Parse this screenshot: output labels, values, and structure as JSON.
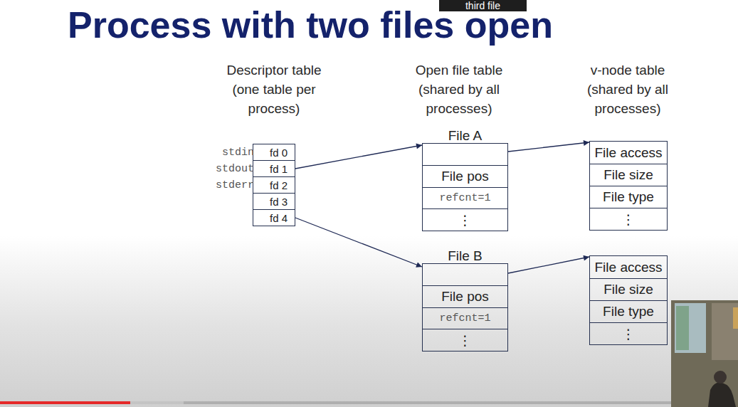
{
  "diagram": {
    "title": "Process with two files open",
    "nodes": [
      {
        "text": [
          "stdin",
          "fd 0"
        ]
      },
      {
        "text": [
          "stdout",
          "fd 1"
        ]
      },
      {
        "text": [
          "stderr",
          "fd 2"
        ]
      },
      {
        "text": [
          "fd 3"
        ]
      },
      {
        "text": [
          "fd 4"
        ]
      },
      {
        "text": [
          "File A",
          "File pos",
          "refcnt=1",
          "⋮"
        ]
      },
      {
        "text": [
          "File access",
          "File size",
          "File type",
          "⋮"
        ]
      },
      {
        "text": [
          "File B",
          "File pos",
          "refcnt=1",
          "⋮"
        ]
      },
      {
        "text": [
          "File access",
          "File size",
          "File type",
          "⋮"
        ]
      }
    ],
    "edges": [
      {
        "from": 1,
        "to": 5,
        "arrow": "to"
      },
      {
        "from": 5,
        "to": 6,
        "arrow": "to"
      },
      {
        "from": 4,
        "to": 7,
        "arrow": "to"
      },
      {
        "from": 7,
        "to": 8,
        "arrow": "to"
      }
    ],
    "labels": [
      "third file",
      "Descriptor table (one table per process)",
      "Open file table (shared by all processes)",
      "v-node table (shared by all processes)"
    ]
  }
}
